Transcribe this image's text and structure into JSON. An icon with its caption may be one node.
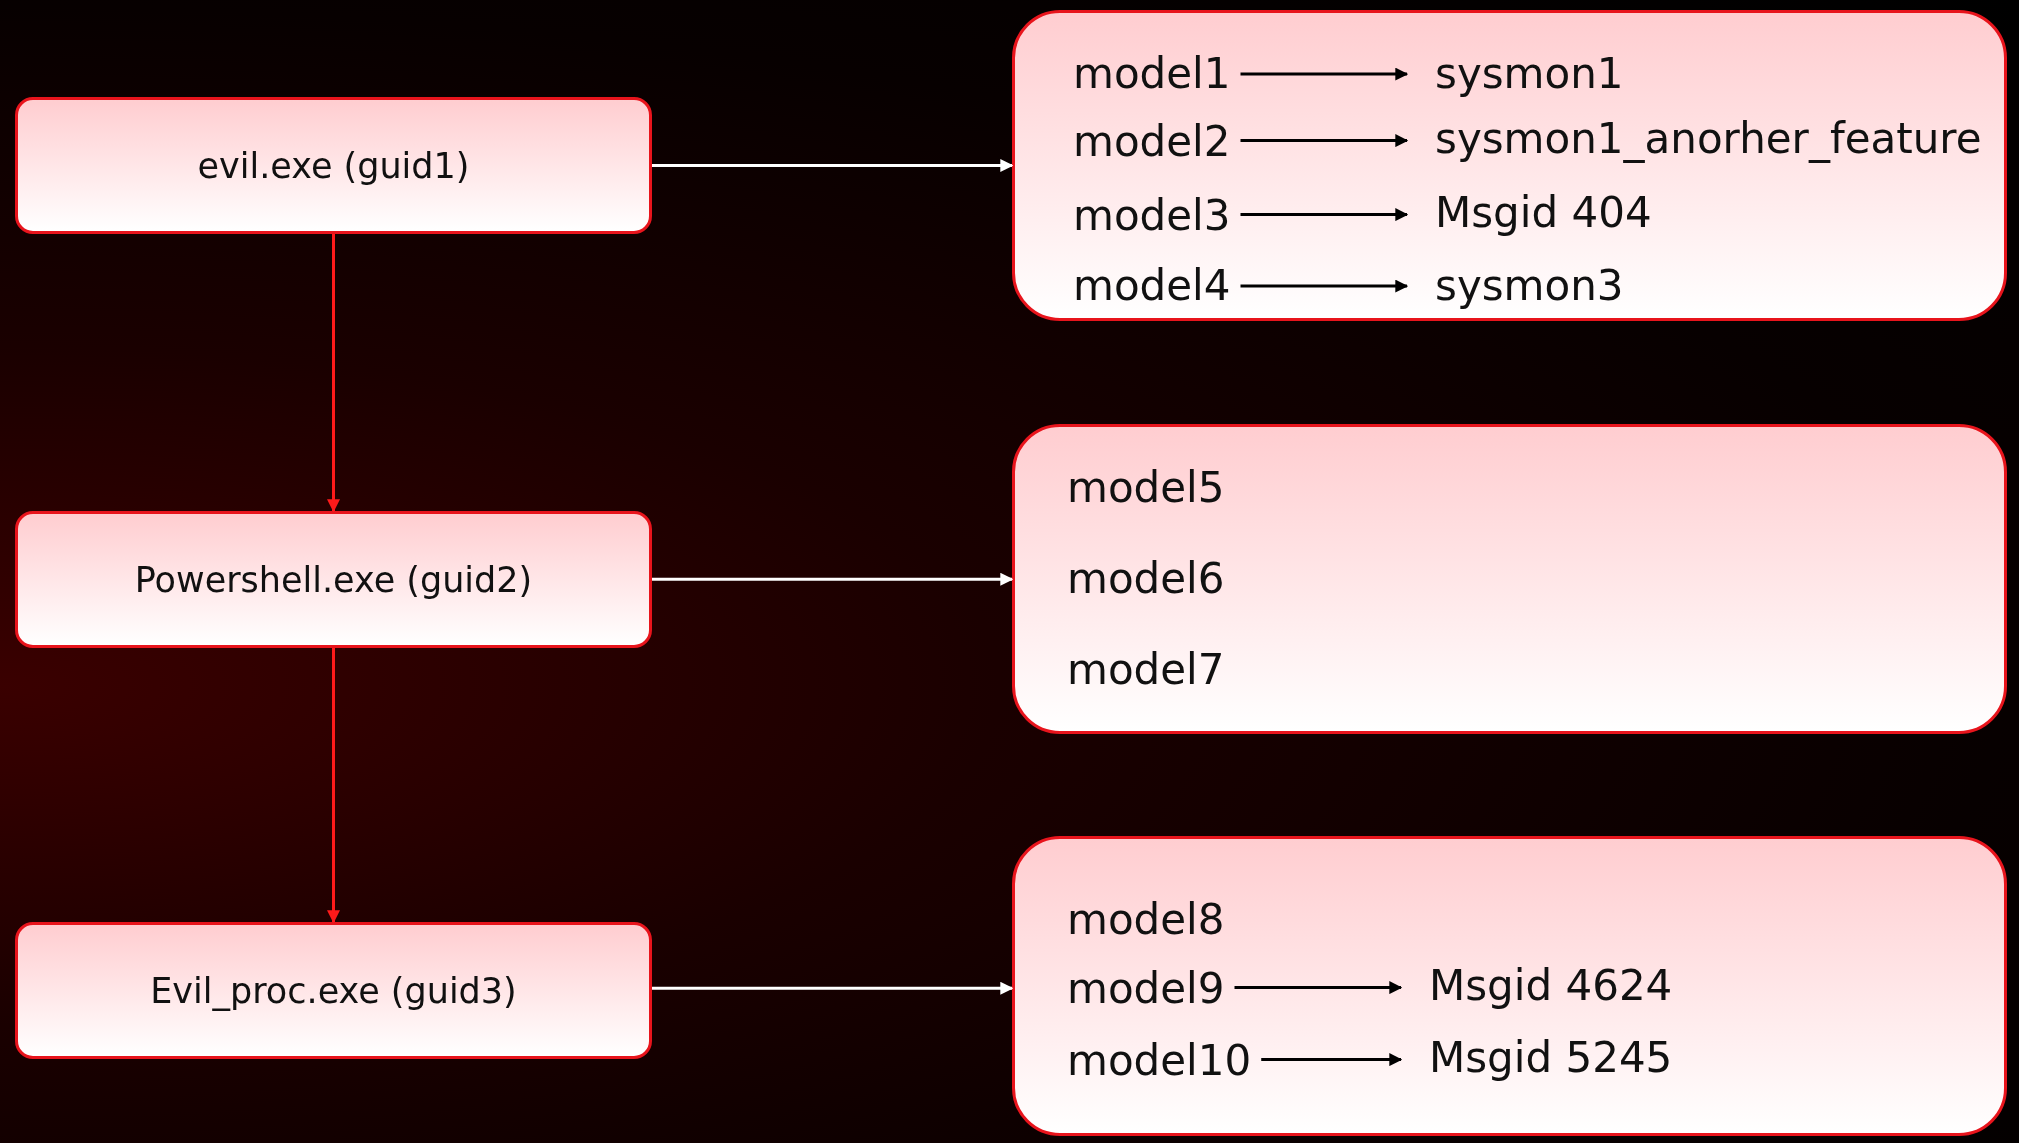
{
  "diagram": {
    "nodes": [
      {
        "text": [
          "evil.exe (guid1)"
        ]
      },
      {
        "text": [
          "Powershell.exe (guid2)"
        ]
      },
      {
        "text": [
          "Evil_proc.exe (guid3)"
        ]
      },
      {
        "text": [],
        "shape": "box"
      },
      {
        "text": [
          "model1"
        ],
        "in": 3
      },
      {
        "text": [
          "sysmon1"
        ],
        "in": 3
      },
      {
        "text": [
          "model2"
        ],
        "in": 3
      },
      {
        "text": [
          "sysmon1_anorher_feature"
        ],
        "in": 3
      },
      {
        "text": [
          "model3"
        ],
        "in": 3
      },
      {
        "text": [
          "Msgid 404"
        ],
        "in": 3
      },
      {
        "text": [
          "model4"
        ],
        "in": 3
      },
      {
        "text": [
          "sysmon3"
        ],
        "in": 3
      },
      {
        "text": [
          "model5",
          "model6",
          "model7"
        ]
      },
      {
        "text": [],
        "shape": "box"
      },
      {
        "text": [
          "model8"
        ],
        "in": 13
      },
      {
        "text": [
          "model9"
        ],
        "in": 13
      },
      {
        "text": [
          "Msgid 4624"
        ],
        "in": 13
      },
      {
        "text": [
          "model10"
        ],
        "in": 13
      },
      {
        "text": [
          "Msgid 5245"
        ],
        "in": 13
      }
    ],
    "edges": [
      {
        "from": 0,
        "to": 1,
        "arrow": "to",
        "color": "#ff1a1a"
      },
      {
        "from": 1,
        "to": 2,
        "arrow": "to",
        "color": "#ff1a1a"
      },
      {
        "from": 0,
        "to": 3,
        "arrow": "to",
        "color": "#ffffff"
      },
      {
        "from": 1,
        "to": 12,
        "arrow": "to",
        "color": "#ffffff"
      },
      {
        "from": 2,
        "to": 13,
        "arrow": "to",
        "color": "#ffffff"
      },
      {
        "from": 4,
        "to": 5,
        "arrow": "to"
      },
      {
        "from": 6,
        "to": 7,
        "arrow": "to"
      },
      {
        "from": 8,
        "to": 9,
        "arrow": "to"
      },
      {
        "from": 10,
        "to": 11,
        "arrow": "to"
      },
      {
        "from": 15,
        "to": 16,
        "arrow": "to"
      },
      {
        "from": 17,
        "to": 18,
        "arrow": "to"
      }
    ]
  }
}
